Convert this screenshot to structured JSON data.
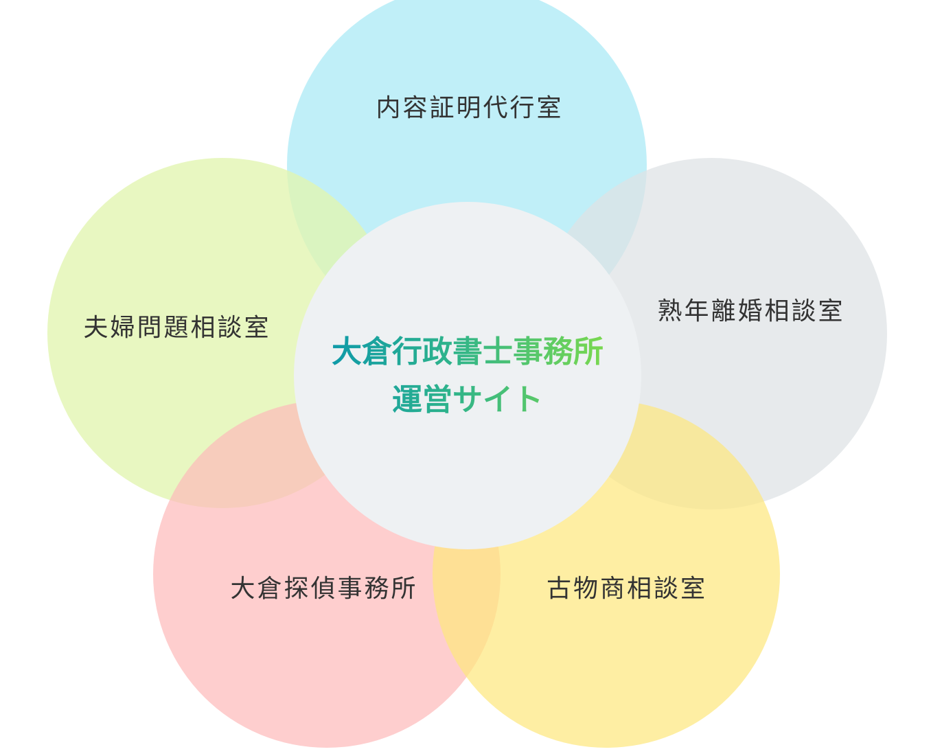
{
  "diagram": {
    "center": {
      "line1": "大倉行政書士事務所",
      "line2": "運営サイト",
      "fill": "#eef1f3",
      "text_gradient": [
        "#0f9aa8",
        "#79d84f"
      ]
    },
    "petals": [
      {
        "id": "top",
        "label": "内容証明代行室",
        "fill": "#aeeaf6",
        "opacity": 0.8
      },
      {
        "id": "left",
        "label": "夫婦問題相談室",
        "fill": "#e2f5b0",
        "opacity": 0.8
      },
      {
        "id": "right",
        "label": "熟年離婚相談室",
        "fill": "#e3e6e8",
        "opacity": 0.85
      },
      {
        "id": "bottom-left",
        "label": "大倉探偵事務所",
        "fill": "#fec1c1",
        "opacity": 0.8
      },
      {
        "id": "bottom-right",
        "label": "古物商相談室",
        "fill": "#fee98a",
        "opacity": 0.8
      }
    ]
  }
}
